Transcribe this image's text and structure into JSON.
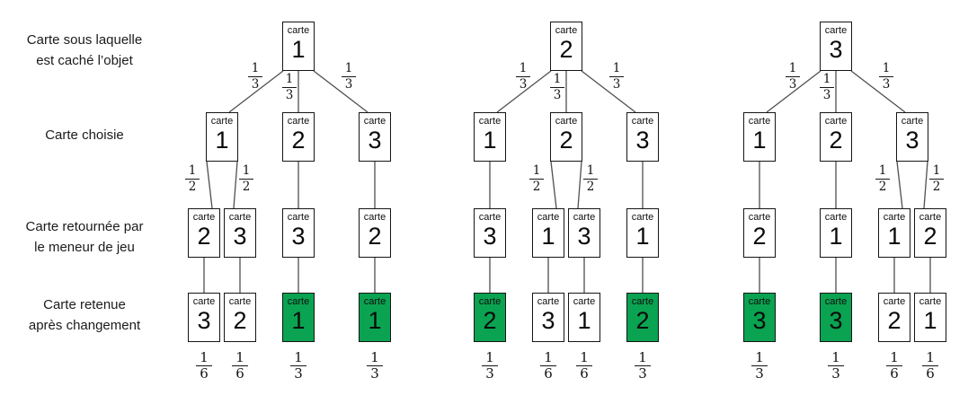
{
  "colors": {
    "green": "#0aa351",
    "line": "#4f4f4f",
    "border": "#151515"
  },
  "card_word": "carte",
  "row_labels": [
    {
      "lines": [
        "Carte sous laquelle",
        "est caché l’objet"
      ]
    },
    {
      "lines": [
        "Carte choisie"
      ]
    },
    {
      "lines": [
        "Carte retournée par",
        "le meneur de jeu"
      ]
    },
    {
      "lines": [
        "Carte retenue",
        "après changement"
      ]
    }
  ],
  "trees": [
    {
      "root": "1",
      "branches": [
        {
          "chosen": "1",
          "prob": {
            "n": "1",
            "d": "3"
          },
          "sub": [
            {
              "prob": {
                "n": "1",
                "d": "2"
              },
              "turned": "2",
              "kept": "3",
              "green": false,
              "final": {
                "n": "1",
                "d": "6"
              }
            },
            {
              "prob": {
                "n": "1",
                "d": "2"
              },
              "turned": "3",
              "kept": "2",
              "green": false,
              "final": {
                "n": "1",
                "d": "6"
              }
            }
          ]
        },
        {
          "chosen": "2",
          "prob": {
            "n": "1",
            "d": "3"
          },
          "sub": [
            {
              "turned": "3",
              "kept": "1",
              "green": true,
              "final": {
                "n": "1",
                "d": "3"
              }
            }
          ]
        },
        {
          "chosen": "3",
          "prob": {
            "n": "1",
            "d": "3"
          },
          "sub": [
            {
              "turned": "2",
              "kept": "1",
              "green": true,
              "final": {
                "n": "1",
                "d": "3"
              }
            }
          ]
        }
      ]
    },
    {
      "root": "2",
      "branches": [
        {
          "chosen": "1",
          "prob": {
            "n": "1",
            "d": "3"
          },
          "sub": [
            {
              "turned": "3",
              "kept": "2",
              "green": true,
              "final": {
                "n": "1",
                "d": "3"
              }
            }
          ]
        },
        {
          "chosen": "2",
          "prob": {
            "n": "1",
            "d": "3"
          },
          "sub": [
            {
              "prob": {
                "n": "1",
                "d": "2"
              },
              "turned": "1",
              "kept": "3",
              "green": false,
              "final": {
                "n": "1",
                "d": "6"
              }
            },
            {
              "prob": {
                "n": "1",
                "d": "2"
              },
              "turned": "3",
              "kept": "1",
              "green": false,
              "final": {
                "n": "1",
                "d": "6"
              }
            }
          ]
        },
        {
          "chosen": "3",
          "prob": {
            "n": "1",
            "d": "3"
          },
          "sub": [
            {
              "turned": "1",
              "kept": "2",
              "green": true,
              "final": {
                "n": "1",
                "d": "3"
              }
            }
          ]
        }
      ]
    },
    {
      "root": "3",
      "branches": [
        {
          "chosen": "1",
          "prob": {
            "n": "1",
            "d": "3"
          },
          "sub": [
            {
              "turned": "2",
              "kept": "3",
              "green": true,
              "final": {
                "n": "1",
                "d": "3"
              }
            }
          ]
        },
        {
          "chosen": "2",
          "prob": {
            "n": "1",
            "d": "3"
          },
          "sub": [
            {
              "turned": "1",
              "kept": "3",
              "green": true,
              "final": {
                "n": "1",
                "d": "3"
              }
            }
          ]
        },
        {
          "chosen": "3",
          "prob": {
            "n": "1",
            "d": "3"
          },
          "sub": [
            {
              "prob": {
                "n": "1",
                "d": "2"
              },
              "turned": "1",
              "kept": "2",
              "green": false,
              "final": {
                "n": "1",
                "d": "6"
              }
            },
            {
              "prob": {
                "n": "1",
                "d": "2"
              },
              "turned": "2",
              "kept": "1",
              "green": false,
              "final": {
                "n": "1",
                "d": "6"
              }
            }
          ]
        }
      ]
    }
  ]
}
